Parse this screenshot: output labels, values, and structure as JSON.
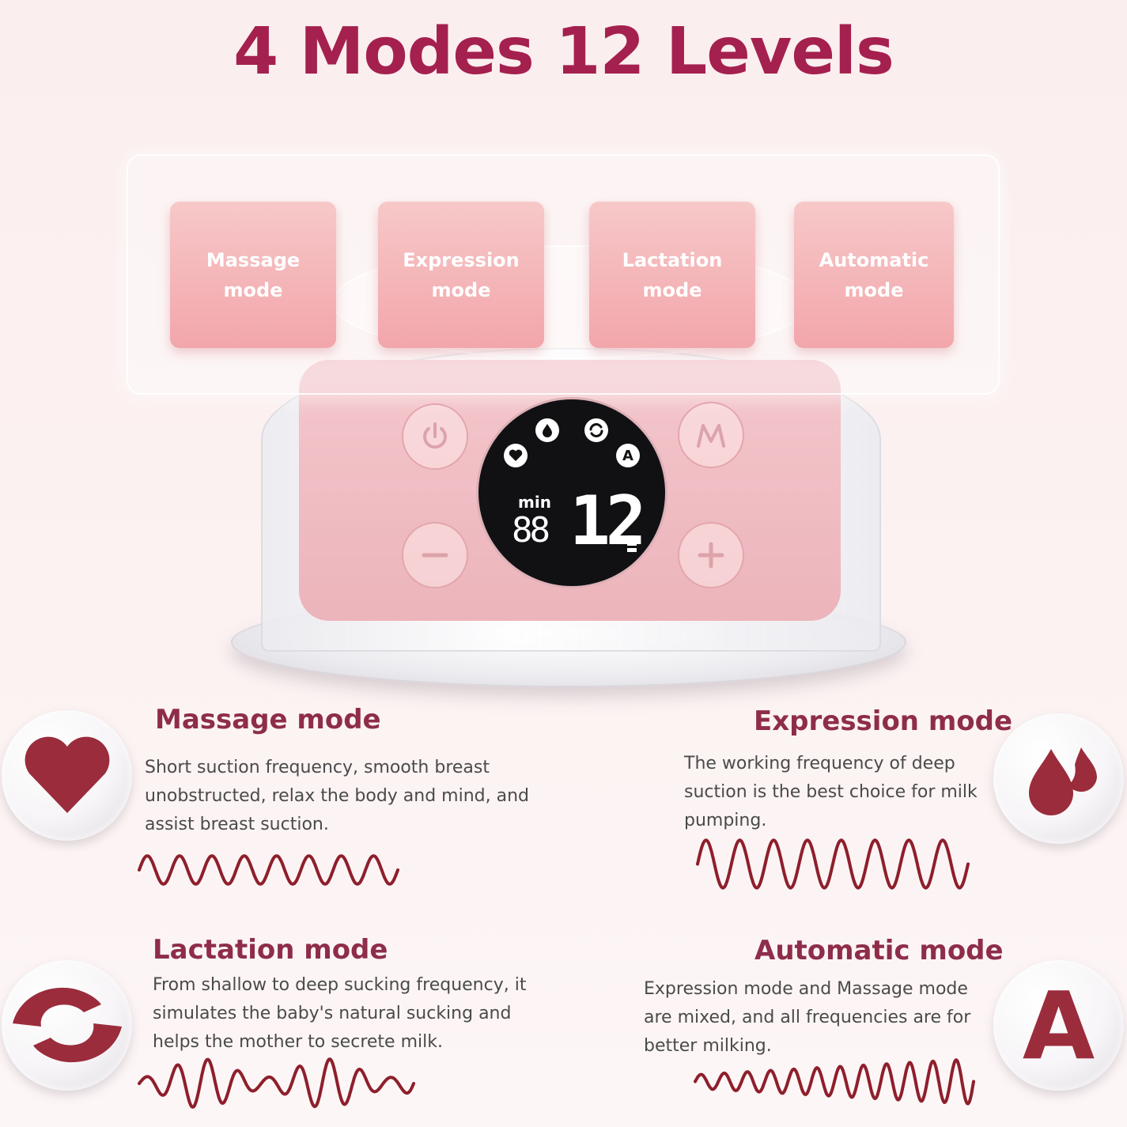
{
  "title": "4 Modes 12 Levels",
  "colors": {
    "accent": "#a4204f",
    "wave": "#8e1f2c",
    "icon": "#9b2c3c",
    "tile": "#f2a6aa"
  },
  "tiles": [
    {
      "label": "Massage mode"
    },
    {
      "label": "Expression mode"
    },
    {
      "label": "Lactation mode"
    },
    {
      "label": "Automatic mode"
    }
  ],
  "device": {
    "buttons": [
      "power-icon",
      "m-icon",
      "minus-icon",
      "plus-icon"
    ],
    "screen": {
      "icons": [
        "heart-icon",
        "drop-icon",
        "cycle-icon",
        "a-icon"
      ],
      "a_glyph": "A",
      "unit": "min",
      "ghost_digits": "88",
      "level": "12"
    }
  },
  "sections": [
    {
      "title": "Massage mode",
      "icon": "heart-icon",
      "text": "Short suction frequency,  smooth  breast unobstructed, relax the body and mind, and assist breast suction."
    },
    {
      "title": "Expression mode",
      "icon": "drop-icon",
      "text": "The working frequency of deep suction is the best choice for milk pumping."
    },
    {
      "title": "Lactation mode",
      "icon": "cycle-icon",
      "text": "From shallow to deep sucking frequency, it simulates the baby's natural sucking and helps the mother to secrete milk."
    },
    {
      "title": "Automatic mode",
      "icon": "a-icon",
      "icon_glyph": "A",
      "text": "Expression mode and Massage mode are mixed, and all frequencies are for better milking."
    }
  ]
}
